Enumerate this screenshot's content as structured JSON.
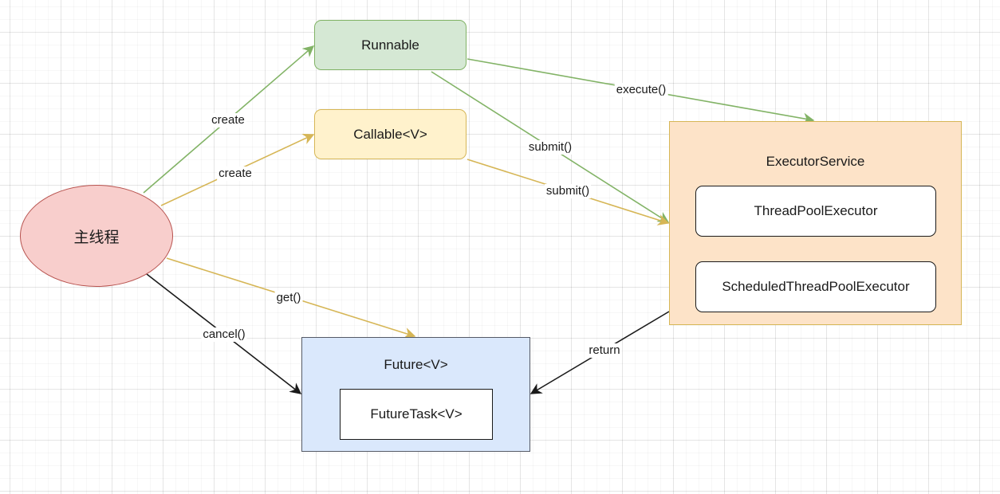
{
  "diagram": {
    "colors": {
      "green_edge": "#82b366",
      "yellow_edge": "#d6b656",
      "black_edge": "#1a1a1a"
    },
    "nodes": {
      "main_thread": {
        "label": "主线程",
        "fill": "#f8cecc",
        "stroke": "#b85450",
        "shape": "ellipse"
      },
      "runnable": {
        "label": "Runnable",
        "fill": "#d5e8d4",
        "stroke": "#82b366",
        "shape": "rounded-rect"
      },
      "callable": {
        "label": "Callable<V>",
        "fill": "#fff2cc",
        "stroke": "#d6b656",
        "shape": "rounded-rect"
      },
      "executor_service": {
        "label": "ExecutorService",
        "fill": "#fde3c8",
        "stroke": "#d6b656",
        "children": [
          {
            "label": "ThreadPoolExecutor"
          },
          {
            "label": "ScheduledThreadPoolExecutor"
          }
        ]
      },
      "future": {
        "label": "Future<V>",
        "fill": "#dae8fc",
        "stroke": "#555a66",
        "children": [
          {
            "label": "FutureTask<V>"
          }
        ]
      }
    },
    "edges": [
      {
        "from": "main_thread",
        "to": "runnable",
        "label": "create",
        "color": "green"
      },
      {
        "from": "main_thread",
        "to": "callable",
        "label": "create",
        "color": "yellow"
      },
      {
        "from": "runnable",
        "to": "executor_service",
        "label": "execute()",
        "color": "green"
      },
      {
        "from": "runnable",
        "to": "executor_service",
        "label": "submit()",
        "color": "green"
      },
      {
        "from": "callable",
        "to": "executor_service",
        "label": "submit()",
        "color": "yellow"
      },
      {
        "from": "main_thread",
        "to": "future",
        "label": "get()",
        "color": "yellow"
      },
      {
        "from": "main_thread",
        "to": "future",
        "label": "cancel()",
        "color": "black"
      },
      {
        "from": "executor_service",
        "to": "future",
        "label": "return",
        "color": "black"
      }
    ]
  }
}
